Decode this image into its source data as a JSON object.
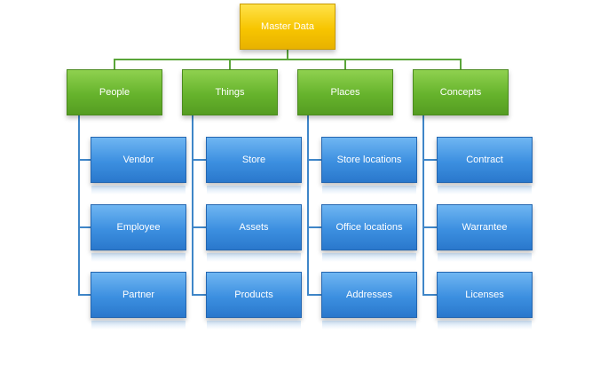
{
  "root": {
    "label": "Master Data"
  },
  "categories": [
    {
      "label": "People",
      "items": [
        "Vendor",
        "Employee",
        "Partner"
      ]
    },
    {
      "label": "Things",
      "items": [
        "Store",
        "Assets",
        "Products"
      ]
    },
    {
      "label": "Places",
      "items": [
        "Store locations",
        "Office locations",
        "Addresses"
      ]
    },
    {
      "label": "Concepts",
      "items": [
        "Contract",
        "Warrantee",
        "Licenses"
      ]
    }
  ],
  "colors": {
    "root": "#f7c500",
    "category": "#66b32c",
    "item": "#3c8fe0",
    "connector_top": "#5aa53a",
    "connector_items": "#3f86c8"
  }
}
